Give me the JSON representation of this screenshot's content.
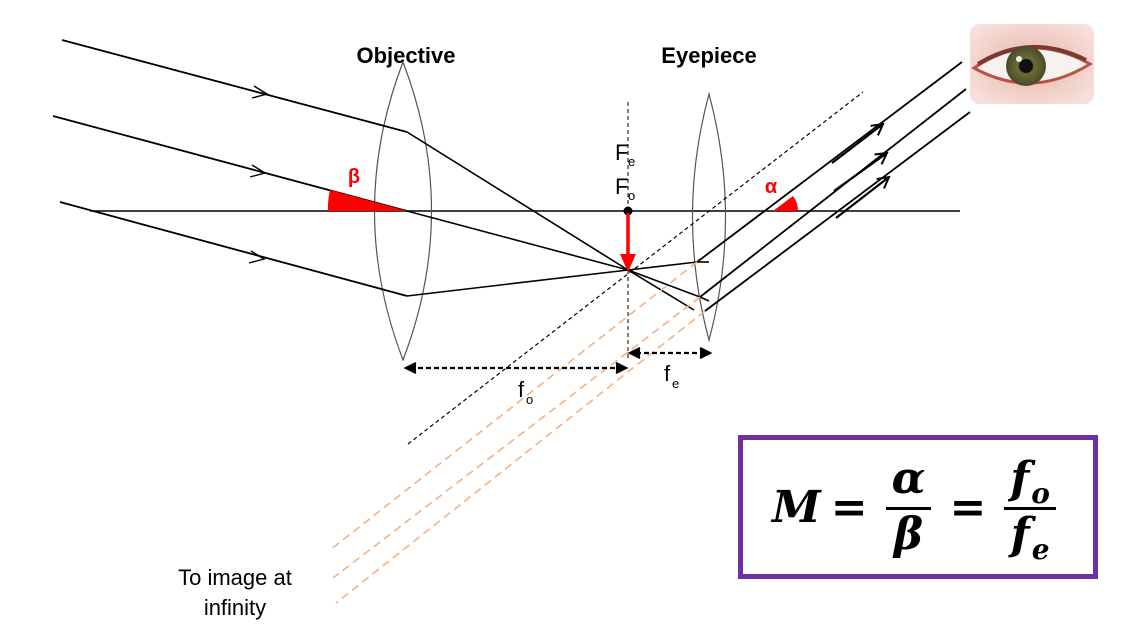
{
  "labels": {
    "objective": "Objective",
    "eyepiece": "Eyepiece",
    "beta": "β",
    "alpha": "α",
    "fe_focus": {
      "main": "F",
      "sub": "e"
    },
    "fo_focus": {
      "main": "F",
      "sub": "o"
    },
    "fo_dim": {
      "main": "f",
      "sub": "o"
    },
    "fe_dim": {
      "main": "f",
      "sub": "e"
    }
  },
  "caption": {
    "line1": "To image at",
    "line2": "infinity"
  },
  "formula": {
    "lhs": "M",
    "eq": "=",
    "frac1": {
      "num": "α",
      "den": "β"
    },
    "frac2": {
      "num_main": "f",
      "num_sub": "o",
      "den_main": "f",
      "den_sub": "e"
    }
  },
  "colors": {
    "angle_fill": "#ff0000",
    "image_arrow": "#ff0000",
    "virtual_rays": "#f4b183",
    "formula_border": "#7030a0",
    "ray": "#000000"
  },
  "icons": {
    "eye": "eye-image"
  }
}
